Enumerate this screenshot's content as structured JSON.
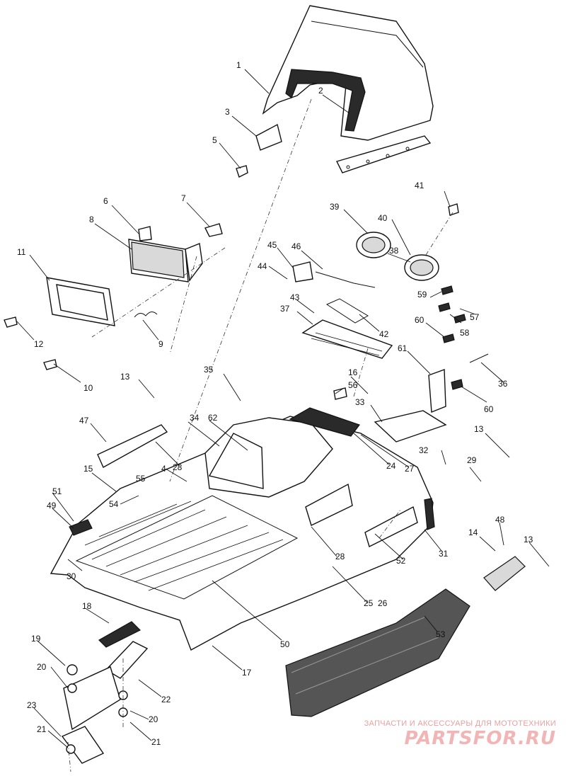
{
  "diagram": {
    "callouts": [
      "1",
      "2",
      "3",
      "5",
      "6",
      "7",
      "8",
      "11",
      "12",
      "9",
      "10",
      "13",
      "47",
      "15",
      "51",
      "49",
      "30",
      "54",
      "55",
      "4",
      "28",
      "34",
      "62",
      "35",
      "39",
      "40",
      "41",
      "45",
      "46",
      "44",
      "38",
      "43",
      "37",
      "42",
      "59",
      "57",
      "60",
      "58",
      "61",
      "36",
      "60b",
      "16",
      "56",
      "33",
      "24",
      "27",
      "32",
      "29",
      "13b",
      "48",
      "14",
      "13c",
      "31",
      "52",
      "25",
      "26",
      "28b",
      "53",
      "50",
      "17",
      "18",
      "19",
      "20",
      "22",
      "23",
      "20b",
      "21",
      "21b"
    ],
    "labels": {
      "1": "1",
      "2": "2",
      "3": "3",
      "5": "5",
      "6": "6",
      "7": "7",
      "8": "8",
      "11": "11",
      "12": "12",
      "9": "9",
      "10": "10",
      "13": "13",
      "47": "47",
      "15": "15",
      "51": "51",
      "49": "49",
      "30": "30",
      "54": "54",
      "55": "55",
      "4": "4",
      "28": "28",
      "34": "34",
      "62": "62",
      "35": "35",
      "39": "39",
      "40": "40",
      "41": "41",
      "45": "45",
      "46": "46",
      "44": "44",
      "38": "38",
      "43": "43",
      "37": "37",
      "42": "42",
      "59": "59",
      "57": "57",
      "60": "60",
      "58": "58",
      "61": "61",
      "36": "36",
      "60b": "60",
      "16": "16",
      "56": "56",
      "33": "33",
      "24": "24",
      "27": "27",
      "32": "32",
      "29": "29",
      "13b": "13",
      "48": "48",
      "14": "14",
      "13c": "13",
      "31": "31",
      "52": "52",
      "25": "25",
      "26": "26",
      "28b": "28",
      "53": "53",
      "50": "50",
      "17": "17",
      "18": "18",
      "19": "19",
      "20": "20",
      "22": "22",
      "23": "23",
      "20b": "20",
      "21": "21",
      "21b": "21"
    }
  },
  "watermark": {
    "caption": "ЗАПЧАСТИ И АКСЕССУАРЫ ДЛЯ МОТОТЕХНИКИ",
    "logo": "PARTSFOR.RU"
  }
}
